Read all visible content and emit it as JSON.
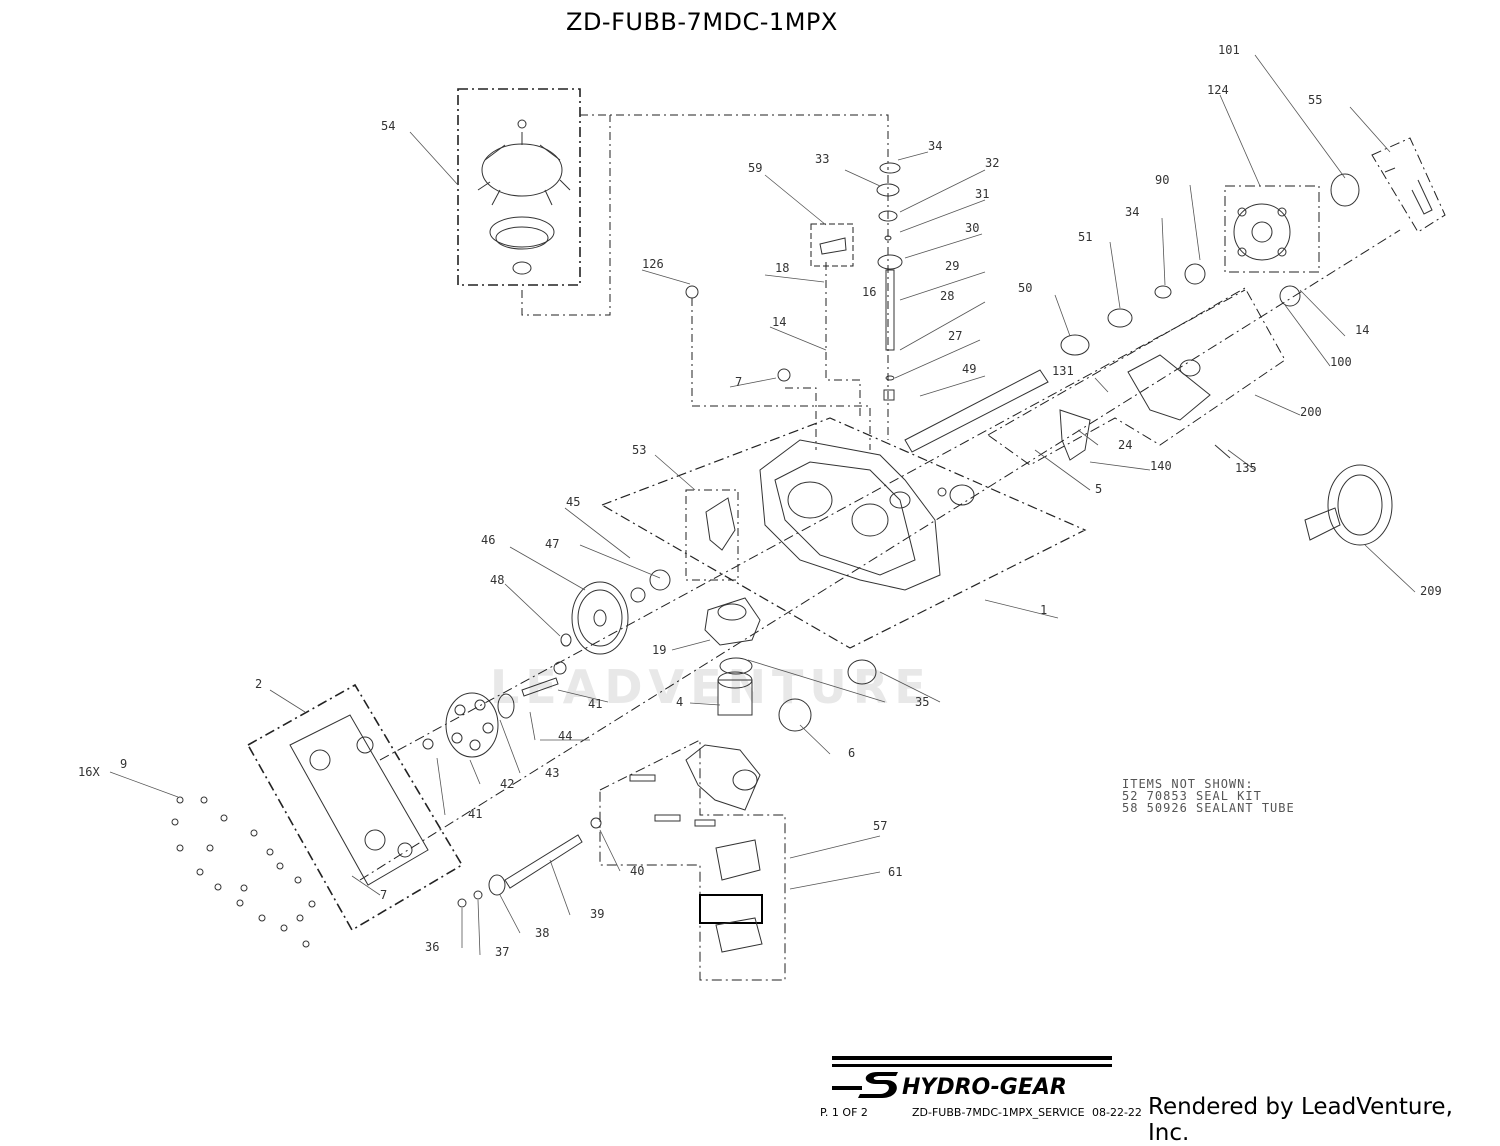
{
  "title": "ZD-FUBB-7MDC-1MPX",
  "watermark": "LEADVENTURE",
  "callouts": {
    "c54": "54",
    "c34a": "34",
    "c33": "33",
    "c32": "32",
    "c31": "31",
    "c30": "30",
    "c59": "59",
    "c126": "126",
    "c18": "18",
    "c16": "16",
    "c29": "29",
    "c28": "28",
    "c27": "27",
    "c14a": "14",
    "c7a": "7",
    "c49": "49",
    "c101": "101",
    "c124": "124",
    "c55": "55",
    "c90": "90",
    "c34b": "34",
    "c51": "51",
    "c50": "50",
    "c14b": "14",
    "c100": "100",
    "c131": "131",
    "c200": "200",
    "c24": "24",
    "c140": "140",
    "c5": "5",
    "c135": "135",
    "c53": "53",
    "c45": "45",
    "c46": "46",
    "c47": "47",
    "c48": "48",
    "c1": "1",
    "c209": "209",
    "c19": "19",
    "c2": "2",
    "c41a": "41",
    "c44": "44",
    "c4": "4",
    "c35": "35",
    "c6": "6",
    "c42": "42",
    "c43": "43",
    "c41b": "41",
    "c16x": "16X",
    "c9": "9",
    "c7b": "7",
    "c40": "40",
    "c57": "57",
    "c61": "61",
    "c39": "39",
    "c38": "38",
    "c37": "37",
    "c36": "36"
  },
  "notes": {
    "line1": "ITEMS NOT SHOWN:",
    "line2": "52 70853 SEAL KIT",
    "line3": "58 50926 SEALANT TUBE"
  },
  "footer": {
    "brand": "HYDRO-GEAR",
    "page": "P. 1 OF 2",
    "doc": "ZD-FUBB-7MDC-1MPX_SERVICE",
    "date": "08-22-22",
    "rendered": "Rendered by LeadVenture, Inc."
  }
}
